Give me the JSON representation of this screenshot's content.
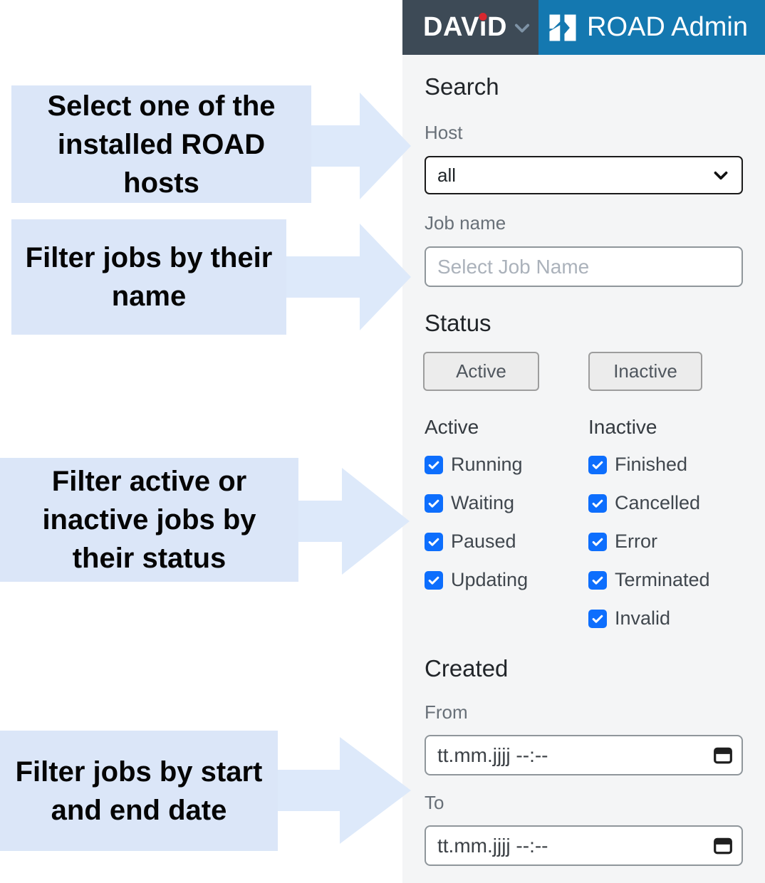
{
  "header": {
    "brand": "DAViD",
    "brand_parts": [
      "DAV",
      "i",
      "D"
    ],
    "app_title": "ROAD Admin",
    "colors": {
      "brand_bg": "#3d4a56",
      "app_bg": "#1478b0",
      "brand_dot": "#d7282f"
    }
  },
  "panel": {
    "title": "Search",
    "host_label": "Host",
    "host_value": "all",
    "job_name_label": "Job name",
    "job_name_placeholder": "Select Job Name",
    "status_title": "Status",
    "active_button_label": "Active",
    "inactive_button_label": "Inactive",
    "active_group_label": "Active",
    "inactive_group_label": "Inactive",
    "active_options": [
      {
        "label": "Running",
        "checked": true
      },
      {
        "label": "Waiting",
        "checked": true
      },
      {
        "label": "Paused",
        "checked": true
      },
      {
        "label": "Updating",
        "checked": true
      }
    ],
    "inactive_options": [
      {
        "label": "Finished",
        "checked": true
      },
      {
        "label": "Cancelled",
        "checked": true
      },
      {
        "label": "Error",
        "checked": true
      },
      {
        "label": "Terminated",
        "checked": true
      },
      {
        "label": "Invalid",
        "checked": true
      }
    ],
    "created_title": "Created",
    "from_label": "From",
    "from_value": "tt.mm.jjjj --:--",
    "to_label": "To",
    "to_value": "tt.mm.jjjj --:--",
    "colors": {
      "panel_bg": "#f4f5f6",
      "checkbox_checked": "#0d6efd"
    }
  },
  "annotations": [
    {
      "lines": [
        "Select one of the",
        "installed ROAD",
        "hosts"
      ]
    },
    {
      "lines": [
        "Filter jobs by their",
        "name"
      ]
    },
    {
      "lines": [
        "Filter active or",
        "inactive jobs by",
        "their status"
      ]
    },
    {
      "lines": [
        "Filter jobs by start",
        "and end date"
      ]
    }
  ],
  "annotation_colors": {
    "box_bg": "#dbe6f8",
    "arrow_bg": "#dde9fa",
    "text": "#050505"
  }
}
